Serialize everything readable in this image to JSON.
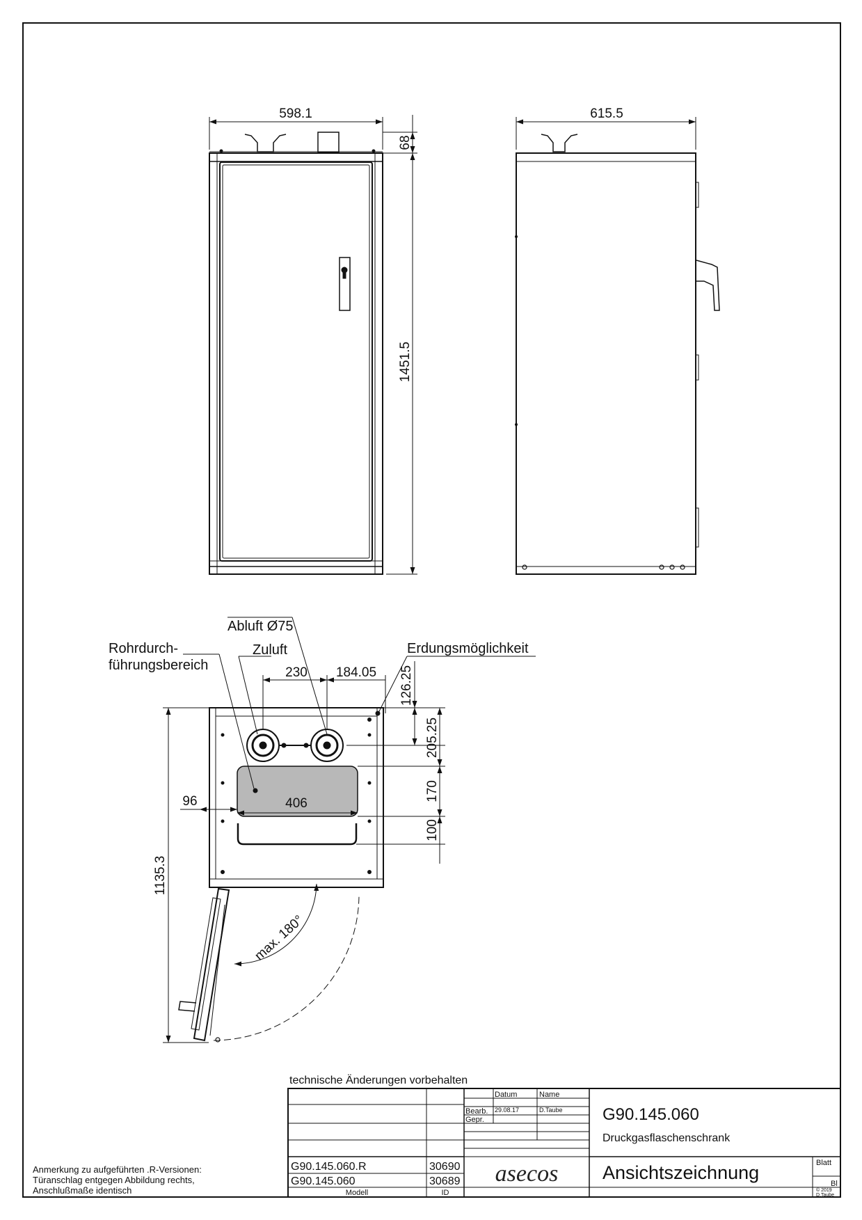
{
  "views": {
    "front": {
      "width_dim": "598.1",
      "top_dim": "68",
      "height_dim": "1451.5"
    },
    "side": {
      "depth_dim": "615.5"
    },
    "top_view": {
      "labels": {
        "abluft": "Abluft Ø75",
        "zuluft": "Zuluft",
        "rohr_line1": "Rohrdurch-",
        "rohr_line2": "führungsbereich",
        "erdung": "Erdungsmöglichkeit"
      },
      "dims": {
        "d230": "230",
        "d184": "184.05",
        "d126": "126.25",
        "d205": "205.25",
        "d170": "170",
        "d100": "100",
        "d96": "96",
        "d406": "406",
        "d1135": "1135.3",
        "angle": "max. 180°"
      }
    }
  },
  "title_block": {
    "note_changes": "technische Änderungen vorbehalten",
    "header_datum": "Datum",
    "header_name": "Name",
    "bearb_label": "Bearb.",
    "bearb_date": "29.08.17",
    "bearb_name": "D.Taube",
    "gepr_label": "Gepr.",
    "drawing_number": "G90.145.060",
    "product_name": "Druckgasflaschenschrank",
    "drawing_title": "Ansichtszeichnung",
    "blatt_label": "Blatt",
    "blatt_value": "Bl",
    "copyright_line1": "© 2019",
    "copyright_line2": "D.Taube",
    "company_logo": "asecos",
    "models": [
      {
        "model": "G90.145.060.R",
        "id": "30690"
      },
      {
        "model": "G90.145.060",
        "id": "30689"
      }
    ],
    "model_header": "Modell",
    "id_header": "ID",
    "remark_line1": "Anmerkung zu aufgeführten .R-Versionen:",
    "remark_line2": "Türanschlag entgegen Abbildung rechts,",
    "remark_line3": "Anschlußmaße identisch"
  }
}
